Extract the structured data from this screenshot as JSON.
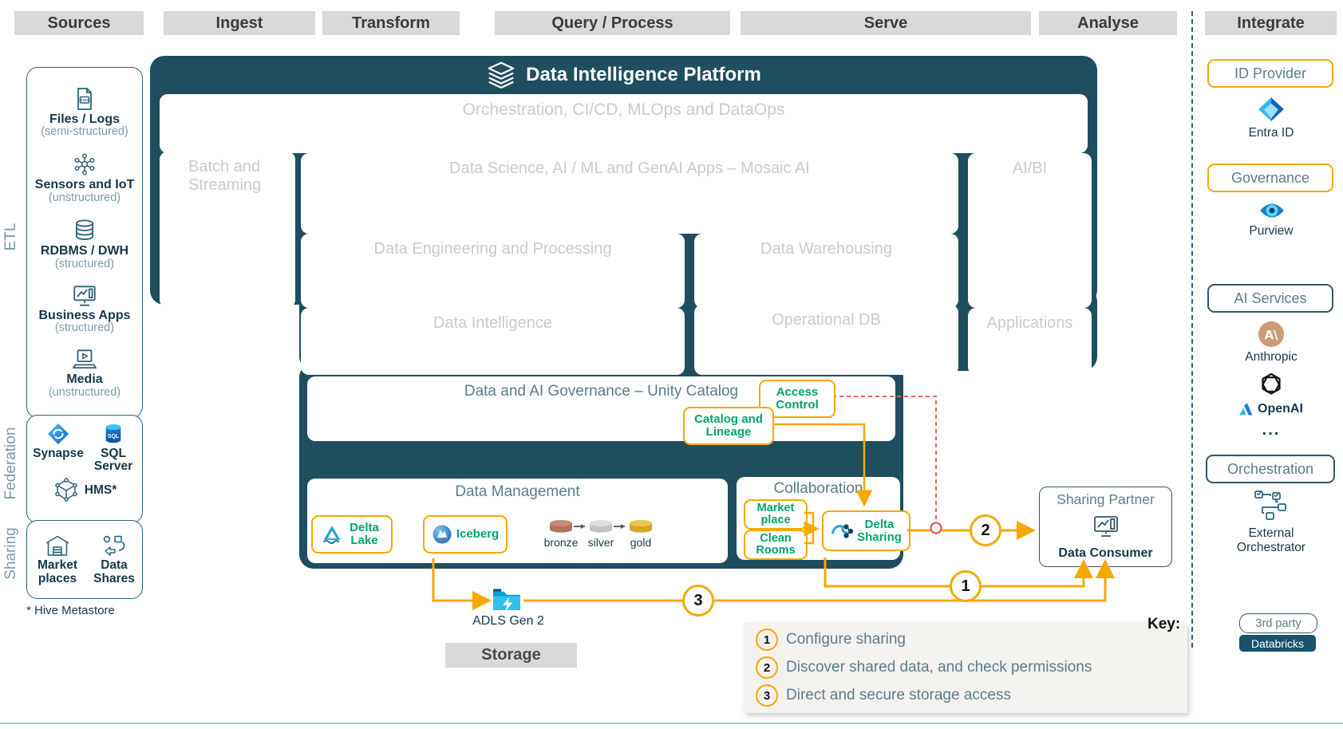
{
  "header": {
    "columns": [
      "Sources",
      "Ingest",
      "Transform",
      "Query / Process",
      "Serve",
      "Analyse",
      "Integrate"
    ]
  },
  "sidebar": {
    "etl_label": "ETL",
    "federation_label": "Federation",
    "sharing_label": "Sharing",
    "etl_items": [
      {
        "name": "Files / Logs",
        "sub": "(semi-structured)",
        "icon": "file-code-icon"
      },
      {
        "name": "Sensors and IoT",
        "sub": "(unstructured)",
        "icon": "iot-network-icon"
      },
      {
        "name": "RDBMS / DWH",
        "sub": "(structured)",
        "icon": "database-icon"
      },
      {
        "name": "Business Apps",
        "sub": "(structured)",
        "icon": "monitor-chart-icon"
      },
      {
        "name": "Media",
        "sub": "(unstructured)",
        "icon": "laptop-media-icon"
      }
    ],
    "federation_items": [
      {
        "name": "Synapse",
        "icon": "synapse-icon"
      },
      {
        "name": "SQL Server",
        "icon": "sql-server-icon"
      },
      {
        "name": "HMS*",
        "icon": "hms-cube-icon"
      }
    ],
    "sharing_items": [
      {
        "name": "Market places",
        "icon": "marketplace-icon"
      },
      {
        "name": "Data Shares",
        "icon": "data-shares-icon"
      }
    ],
    "footnote": "* Hive Metastore"
  },
  "platform": {
    "title": "Data Intelligence Platform",
    "orchestration": "Orchestration, CI/CD, MLOps and DataOps",
    "batch_streaming": "Batch and Streaming",
    "data_science": "Data Science, AI / ML and GenAI Apps – Mosaic AI",
    "ai_bi": "AI/BI",
    "data_engineering": "Data Engineering and Processing",
    "data_warehousing": "Data Warehousing",
    "data_intelligence": "Data Intelligence",
    "operational_db": "Operational DB",
    "applications": "Applications"
  },
  "governance": {
    "title": "Data and AI Governance – Unity Catalog",
    "access_control": "Access Control",
    "catalog_lineage": "Catalog and Lineage"
  },
  "data_management": {
    "title": "Data Management",
    "delta_lake": "Delta Lake",
    "iceberg": "Iceberg",
    "medallion": [
      "bronze",
      "silver",
      "gold"
    ]
  },
  "collaboration": {
    "title": "Collaboration",
    "market_place": "Market place",
    "clean_rooms": "Clean Rooms",
    "delta_sharing": "Delta Sharing"
  },
  "sharing_partner": {
    "title": "Sharing Partner",
    "consumer": "Data Consumer"
  },
  "storage": {
    "adls": "ADLS Gen 2",
    "label": "Storage"
  },
  "flow": {
    "step1": "1",
    "step2": "2",
    "step3": "3"
  },
  "legend": {
    "items": [
      {
        "num": "1",
        "text": "Configure sharing"
      },
      {
        "num": "2",
        "text": "Discover shared data, and check permissions"
      },
      {
        "num": "3",
        "text": "Direct and secure storage access"
      }
    ]
  },
  "integrate": {
    "id_provider": "ID Provider",
    "entra": "Entra ID",
    "governance": "Governance",
    "purview": "Purview",
    "ai_services": "AI Services",
    "anthropic": "Anthropic",
    "openai": "OpenAI",
    "more": "...",
    "orchestration": "Orchestration",
    "external_orchestrator": "External Orchestrator",
    "key_label": "Key:",
    "key_third_party": "3rd party",
    "key_databricks": "Databricks"
  },
  "colors": {
    "dark_teal": "#1f4e5e",
    "accent_yellow": "#f5a800",
    "chip_green": "#00a36e",
    "slate": "#5d7c8c",
    "alert_red": "#e8625f"
  }
}
